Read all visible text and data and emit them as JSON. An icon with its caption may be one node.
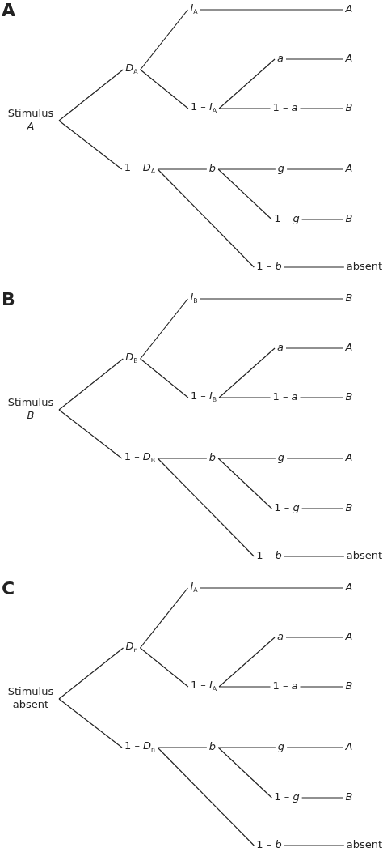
{
  "diagram": {
    "nodes": [
      {
        "text": [
          "Stimulus *A*"
        ]
      },
      {
        "text": [
          "*D*$_{A}$"
        ]
      },
      {
        "text": [
          "*I*$_{A}$"
        ]
      },
      {
        "text": [
          "A"
        ]
      },
      {
        "text": [
          "1 – *I*$_{A}$"
        ]
      },
      {
        "text": [
          "a"
        ]
      },
      {
        "text": [
          "A"
        ]
      },
      {
        "text": [
          "1 – *a*"
        ]
      },
      {
        "text": [
          "B"
        ]
      },
      {
        "text": [
          "1 – *D*$_{A}$"
        ]
      },
      {
        "text": [
          "b"
        ]
      },
      {
        "text": [
          "g"
        ]
      },
      {
        "text": [
          "A"
        ]
      },
      {
        "text": [
          "1 – *g*"
        ]
      },
      {
        "text": [
          "B"
        ]
      },
      {
        "text": [
          "1 – *b*"
        ]
      },
      {
        "text": [
          "absent"
        ]
      },
      {
        "text": [
          "Stimulus *B*"
        ]
      },
      {
        "text": [
          "*D*$_{B}$"
        ]
      },
      {
        "text": [
          "*I*$_{B}$"
        ]
      },
      {
        "text": [
          "B"
        ]
      },
      {
        "text": [
          "1 – *I*$_{B}$"
        ]
      },
      {
        "text": [
          "a"
        ]
      },
      {
        "text": [
          "A"
        ]
      },
      {
        "text": [
          "1 – *a*"
        ]
      },
      {
        "text": [
          "B"
        ]
      },
      {
        "text": [
          "1 – *D*$_{B}$"
        ]
      },
      {
        "text": [
          "b"
        ]
      },
      {
        "text": [
          "g"
        ]
      },
      {
        "text": [
          "A"
        ]
      },
      {
        "text": [
          "1 – *g*"
        ]
      },
      {
        "text": [
          "B"
        ]
      },
      {
        "text": [
          "1 – *b*"
        ]
      },
      {
        "text": [
          "absent"
        ]
      },
      {
        "text": [
          "Stimulus absent"
        ]
      },
      {
        "text": [
          "*D*$_{n}$"
        ]
      },
      {
        "text": [
          "*I*$_{A}$"
        ]
      },
      {
        "text": [
          "A"
        ]
      },
      {
        "text": [
          "1 – *I*$_{A}$"
        ]
      },
      {
        "text": [
          "a"
        ]
      },
      {
        "text": [
          "A"
        ]
      },
      {
        "text": [
          "1 – *a*"
        ]
      },
      {
        "text": [
          "B"
        ]
      },
      {
        "text": [
          "1 – *D*$_{n}$"
        ]
      },
      {
        "text": [
          "b"
        ]
      },
      {
        "text": [
          "g"
        ]
      },
      {
        "text": [
          "A"
        ]
      },
      {
        "text": [
          "1 – *g*"
        ]
      },
      {
        "text": [
          "B"
        ]
      },
      {
        "text": [
          "1 – *b*"
        ]
      },
      {
        "text": [
          "absent"
        ]
      }
    ],
    "edges": [
      {
        "from": 0,
        "to": 1,
        "arrow": "none"
      },
      {
        "from": 0,
        "to": 9,
        "arrow": "none"
      },
      {
        "from": 1,
        "to": 2,
        "arrow": "none"
      },
      {
        "from": 1,
        "to": 4,
        "arrow": "none"
      },
      {
        "from": 2,
        "to": 3,
        "arrow": "none"
      },
      {
        "from": 4,
        "to": 5,
        "arrow": "none"
      },
      {
        "from": 4,
        "to": 7,
        "arrow": "none"
      },
      {
        "from": 5,
        "to": 6,
        "arrow": "none"
      },
      {
        "from": 7,
        "to": 8,
        "arrow": "none"
      },
      {
        "from": 9,
        "to": 10,
        "arrow": "none"
      },
      {
        "from": 9,
        "to": 15,
        "arrow": "none"
      },
      {
        "from": 10,
        "to": 11,
        "arrow": "none"
      },
      {
        "from": 10,
        "to": 13,
        "arrow": "none"
      },
      {
        "from": 11,
        "to": 12,
        "arrow": "none"
      },
      {
        "from": 13,
        "to": 14,
        "arrow": "none"
      },
      {
        "from": 15,
        "to": 16,
        "arrow": "none"
      },
      {
        "from": 17,
        "to": 18,
        "arrow": "none"
      },
      {
        "from": 17,
        "to": 26,
        "arrow": "none"
      },
      {
        "from": 18,
        "to": 19,
        "arrow": "none"
      },
      {
        "from": 18,
        "to": 21,
        "arrow": "none"
      },
      {
        "from": 19,
        "to": 20,
        "arrow": "none"
      },
      {
        "from": 21,
        "to": 22,
        "arrow": "none"
      },
      {
        "from": 21,
        "to": 24,
        "arrow": "none"
      },
      {
        "from": 22,
        "to": 23,
        "arrow": "none"
      },
      {
        "from": 24,
        "to": 25,
        "arrow": "none"
      },
      {
        "from": 26,
        "to": 27,
        "arrow": "none"
      },
      {
        "from": 26,
        "to": 32,
        "arrow": "none"
      },
      {
        "from": 27,
        "to": 28,
        "arrow": "none"
      },
      {
        "from": 27,
        "to": 30,
        "arrow": "none"
      },
      {
        "from": 28,
        "to": 29,
        "arrow": "none"
      },
      {
        "from": 30,
        "to": 31,
        "arrow": "none"
      },
      {
        "from": 32,
        "to": 33,
        "arrow": "none"
      },
      {
        "from": 34,
        "to": 35,
        "arrow": "none"
      },
      {
        "from": 34,
        "to": 43,
        "arrow": "none"
      },
      {
        "from": 35,
        "to": 36,
        "arrow": "none"
      },
      {
        "from": 35,
        "to": 38,
        "arrow": "none"
      },
      {
        "from": 36,
        "to": 37,
        "arrow": "none"
      },
      {
        "from": 38,
        "to": 39,
        "arrow": "none"
      },
      {
        "from": 38,
        "to": 41,
        "arrow": "none"
      },
      {
        "from": 39,
        "to": 40,
        "arrow": "none"
      },
      {
        "from": 41,
        "to": 42,
        "arrow": "none"
      },
      {
        "from": 43,
        "to": 44,
        "arrow": "none"
      },
      {
        "from": 43,
        "to": 49,
        "arrow": "none"
      },
      {
        "from": 44,
        "to": 45,
        "arrow": "none"
      },
      {
        "from": 44,
        "to": 47,
        "arrow": "none"
      },
      {
        "from": 45,
        "to": 46,
        "arrow": "none"
      },
      {
        "from": 47,
        "to": 48,
        "arrow": "none"
      },
      {
        "from": 49,
        "to": 50,
        "arrow": "none"
      }
    ],
    "labels": [
      "A",
      "B",
      "C"
    ]
  }
}
